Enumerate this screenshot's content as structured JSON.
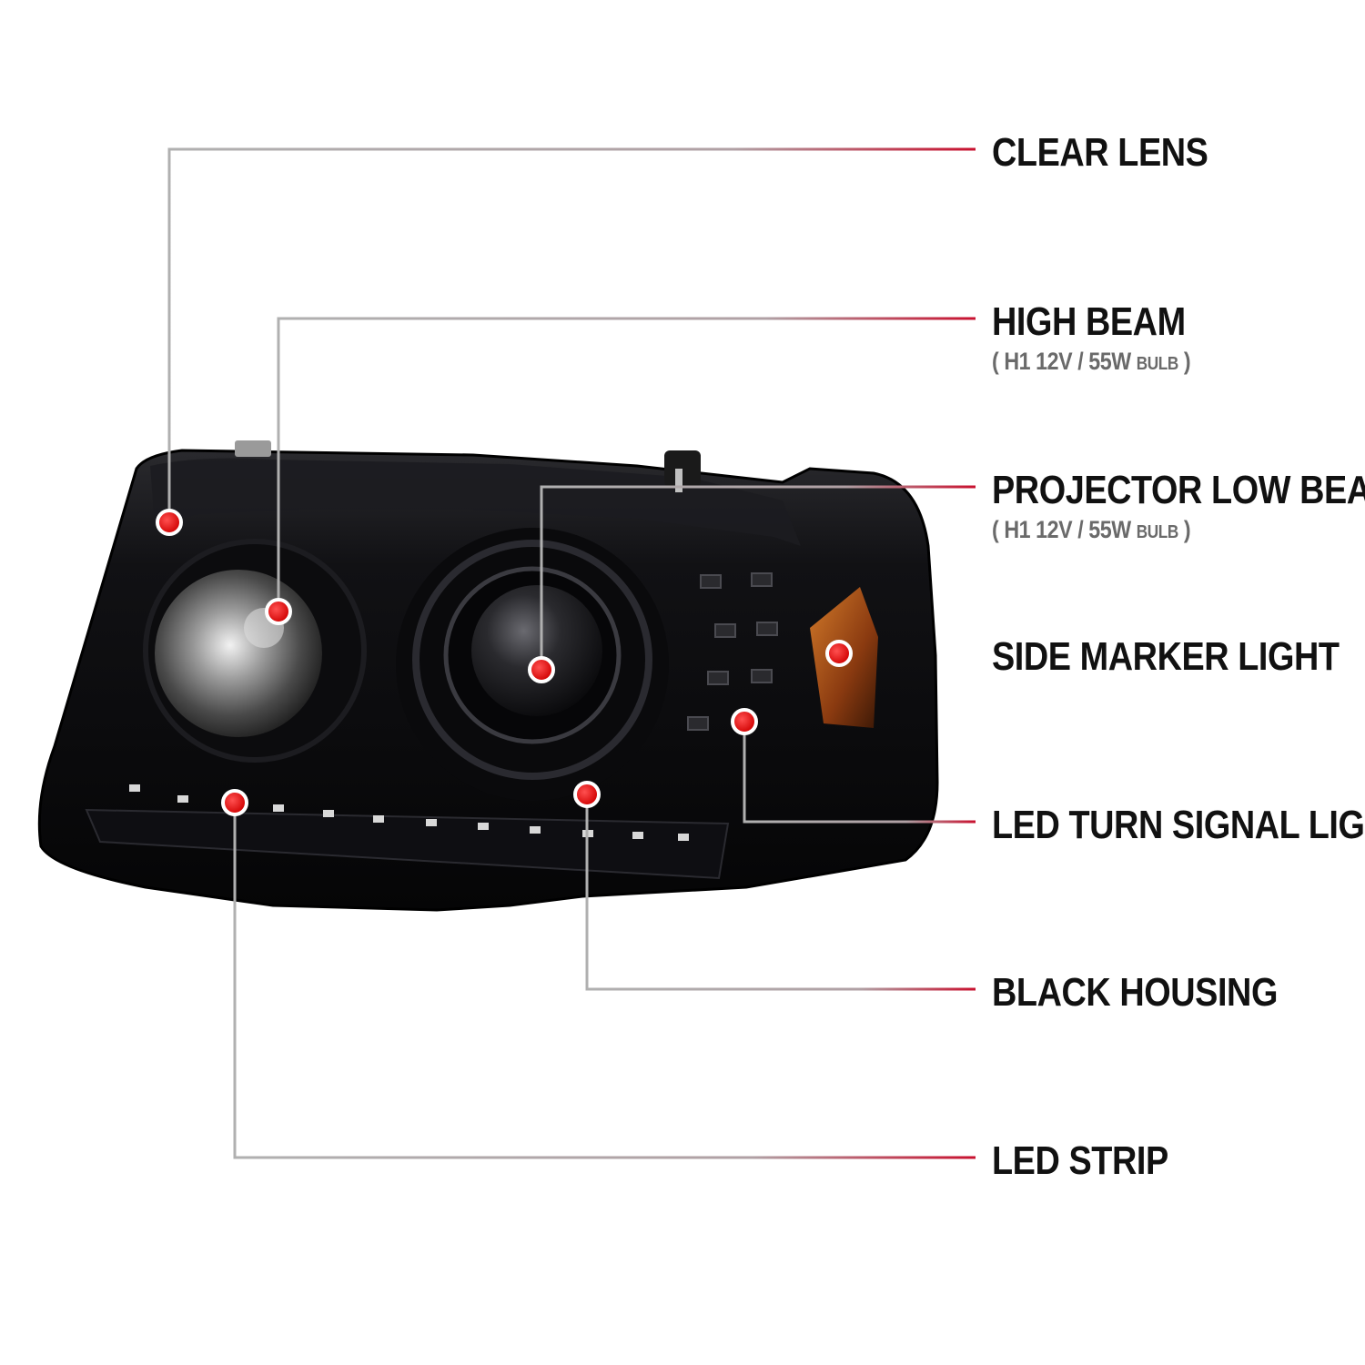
{
  "colors": {
    "accent": "#c8102e",
    "leader_gray": "#a8a8a8",
    "marker_red": "#e01010",
    "housing_black": "#0b0b0d",
    "amber": "#b8561a"
  },
  "callouts": [
    {
      "id": "clear-lens",
      "label": "CLEAR LENS"
    },
    {
      "id": "high-beam",
      "label": "HIGH BEAM",
      "spec": {
        "open": "(",
        "value": "H1  12V / 55W",
        "unit": "BULB",
        "close": ")"
      }
    },
    {
      "id": "projector-low-beam",
      "label": "PROJECTOR LOW BEAM",
      "spec": {
        "open": "(",
        "value": "H1  12V / 55W",
        "unit": "BULB",
        "close": ")"
      }
    },
    {
      "id": "side-marker-light",
      "label": "SIDE MARKER LIGHT"
    },
    {
      "id": "led-turn-signal-light",
      "label": "LED TURN SIGNAL LIGHT"
    },
    {
      "id": "black-housing",
      "label": "BLACK HOUSING"
    },
    {
      "id": "led-strip",
      "label": "LED STRIP"
    }
  ]
}
